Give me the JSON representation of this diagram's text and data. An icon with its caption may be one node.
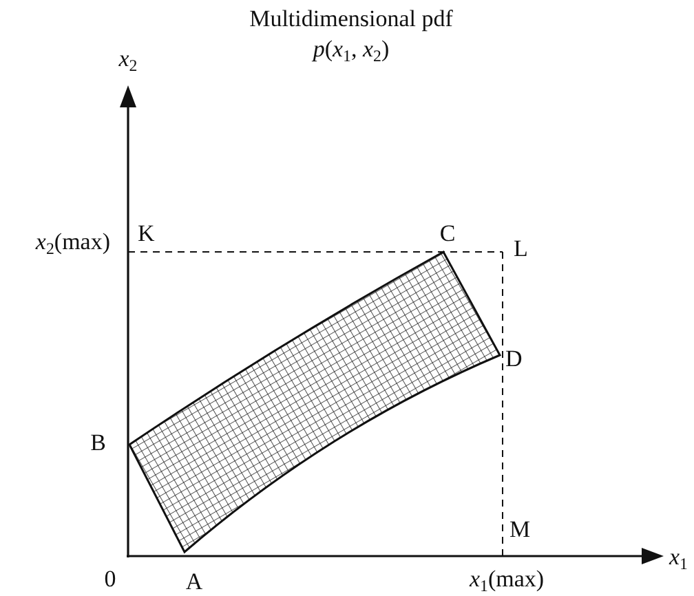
{
  "diagram": {
    "title": "Multidimensional pdf",
    "labels": [
      "*p*(*x*$_{1}$, *x*$_{2}$)",
      "*x*$_{2}$",
      "*x*$_{2}$(max)",
      "K",
      "C",
      "L",
      "D",
      "B",
      "M",
      "*x*$_{1}$",
      "0",
      "A",
      "*x*$_{1}$(max)"
    ]
  }
}
